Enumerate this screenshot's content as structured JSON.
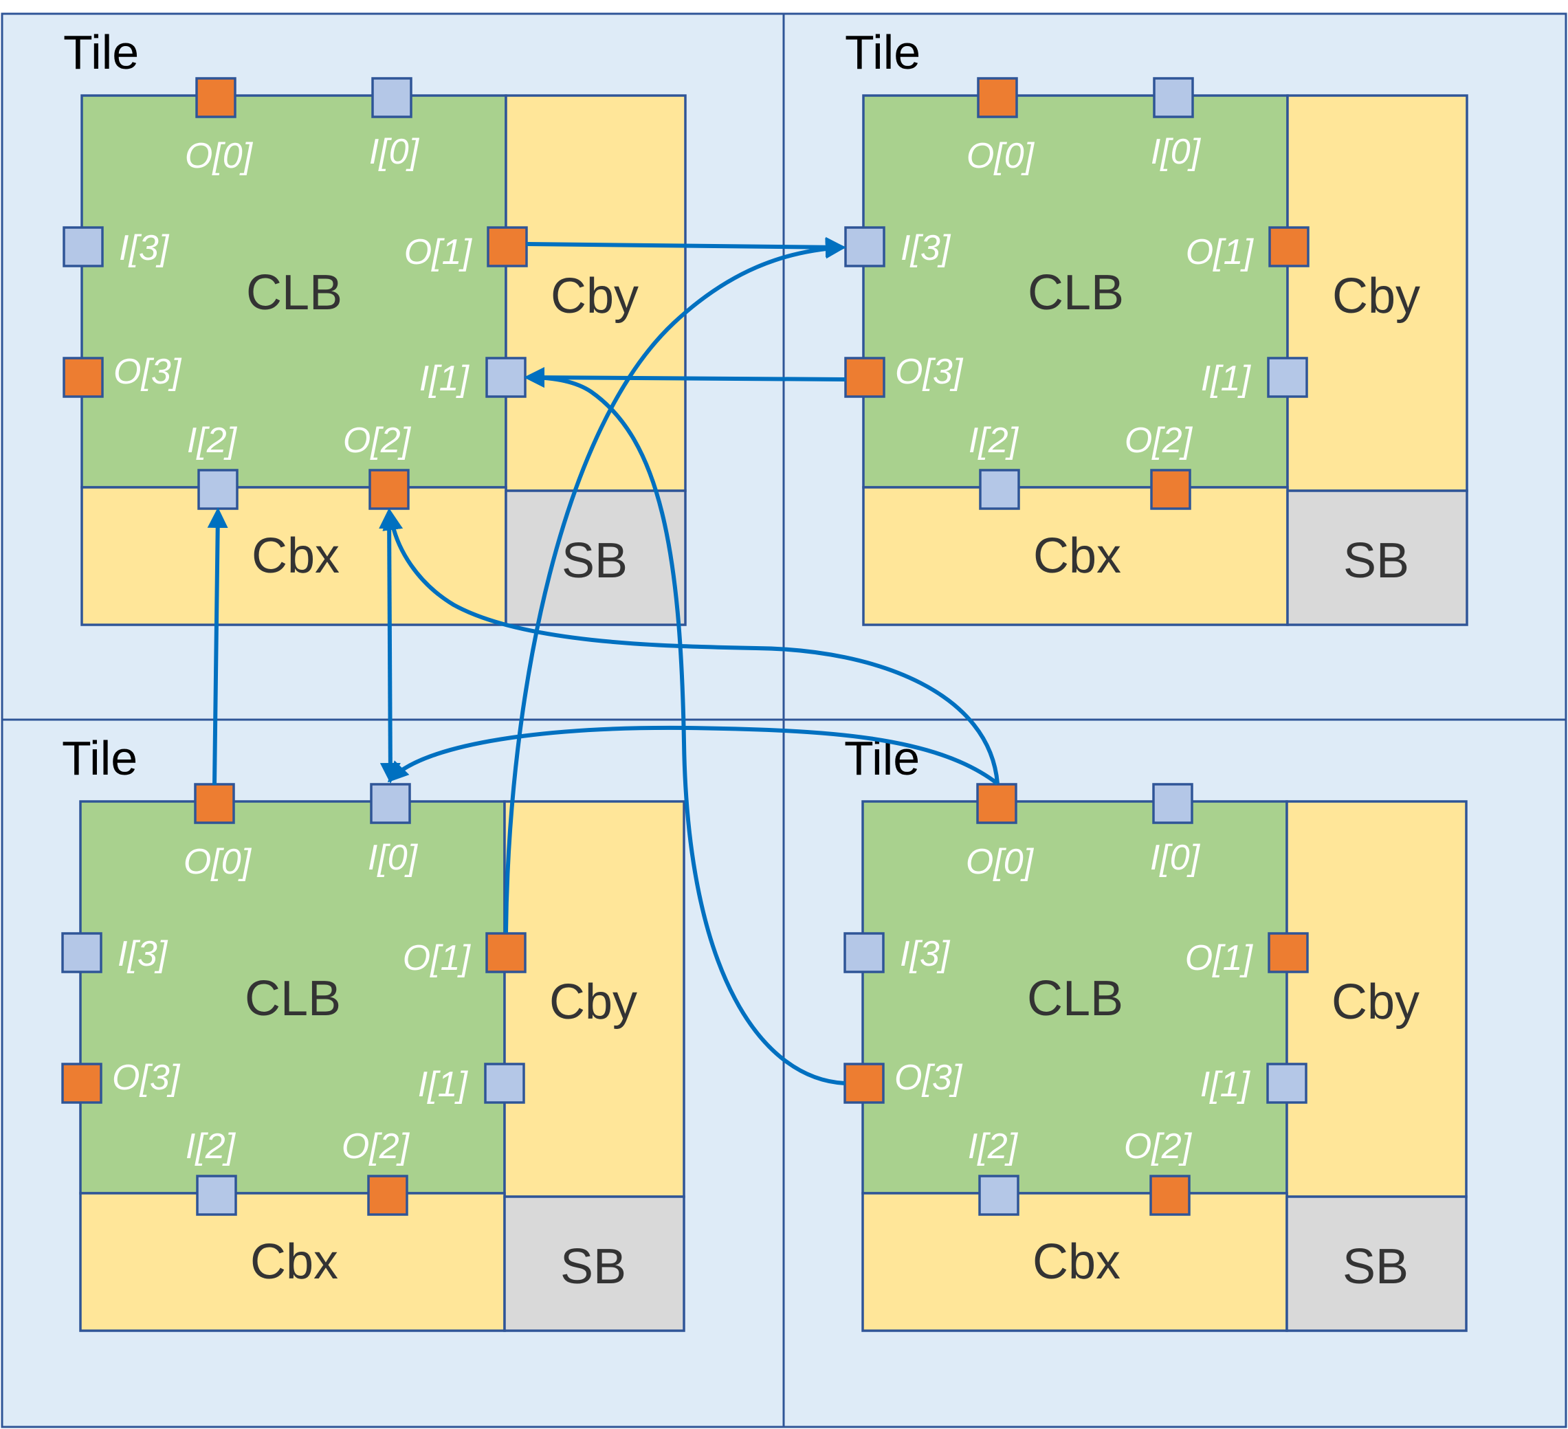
{
  "colors": {
    "tile_fill": "#deebf7",
    "border": "#2f5597",
    "clb": "#a9d18e",
    "connection_box": "#ffe699",
    "switch_box": "#d9d9d9",
    "output_pin": "#ed7d31",
    "input_pin": "#b4c7e7",
    "wire": "#0070c0"
  },
  "labels": {
    "tile": "Tile",
    "clb": "CLB",
    "cby": "Cby",
    "cbx": "Cbx",
    "sb": "SB"
  },
  "pins": {
    "o0": "O[0]",
    "i0": "I[0]",
    "i3": "I[3]",
    "o1": "O[1]",
    "o3": "O[3]",
    "i1": "I[1]",
    "i2": "I[2]",
    "o2": "O[2]"
  },
  "tiles": [
    {
      "id": "top-left"
    },
    {
      "id": "top-right"
    },
    {
      "id": "bottom-left"
    },
    {
      "id": "bottom-right"
    }
  ],
  "connections": [
    {
      "from": "top-left.O[1]",
      "to": "top-right.I[3]"
    },
    {
      "from": "top-right.O[3]",
      "to": "top-left.I[1]"
    },
    {
      "from": "bottom-left.O[0]",
      "to": "top-left.I[2]"
    },
    {
      "from": "top-left.O[2]",
      "to": "bottom-left.I[0]",
      "bidirectional": true
    },
    {
      "from": "bottom-right.O[0]",
      "to": "top-left.O[2]"
    },
    {
      "from": "bottom-right.O[0]",
      "to": "bottom-left.I[0]"
    },
    {
      "from": "bottom-left.O[1]",
      "to": "top-right.I[3]"
    },
    {
      "from": "bottom-right.O[3]",
      "to": "top-left.I[1]"
    }
  ]
}
